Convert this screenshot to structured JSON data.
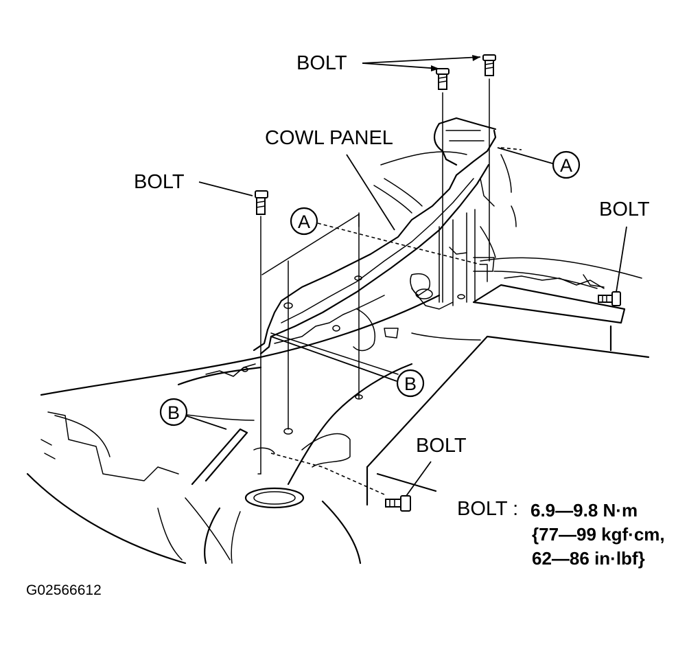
{
  "labels": {
    "bolt_top": "BOLT",
    "cowl_panel": "COWL PANEL",
    "bolt_left": "BOLT",
    "bolt_right": "BOLT",
    "bolt_bottom": "BOLT"
  },
  "callouts": {
    "a_top": "A",
    "a_mid": "A",
    "b_right": "B",
    "b_left": "B"
  },
  "torque": {
    "prefix": "BOLT :",
    "line1": "6.9—9.8 N·m",
    "line2": "{77—99 kgf·cm,",
    "line3": "62—86 in·lbf}"
  },
  "figure_code": "G02566612"
}
